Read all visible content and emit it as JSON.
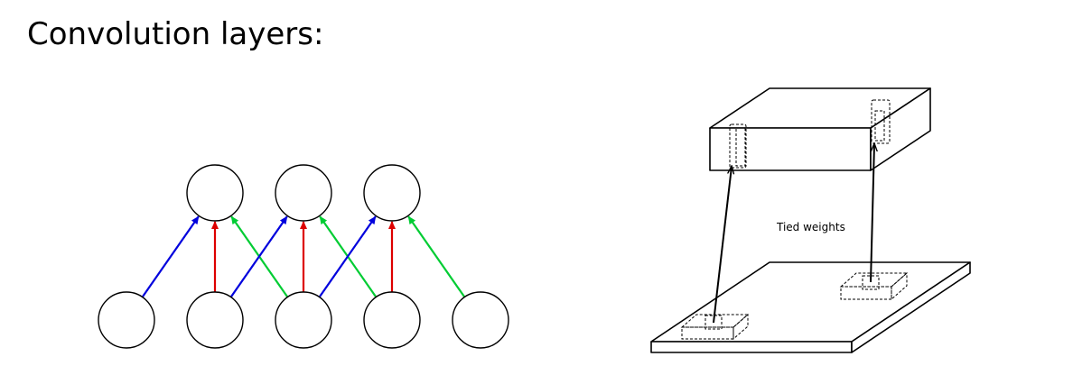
{
  "slide": {
    "title": "Convolution layers:"
  },
  "network": {
    "edge_colors": {
      "left": "#0000dd",
      "center": "#dd0000",
      "right": "#00cc33"
    },
    "input_node_count": 5,
    "output_node_count": 3
  },
  "volume_figure": {
    "label": "Tied weights"
  }
}
